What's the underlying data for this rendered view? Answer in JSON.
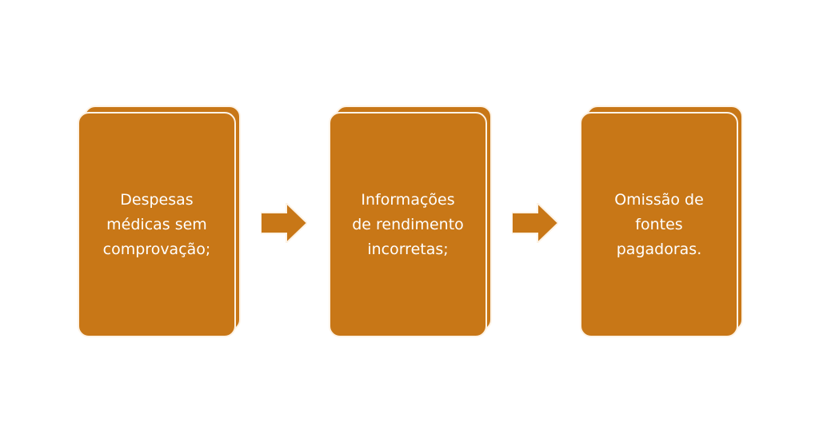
{
  "diagram": {
    "steps": [
      {
        "text": "Despesas\nmédicas sem\ncomprovação;"
      },
      {
        "text": "Informações\nde rendimento\nincorretas;"
      },
      {
        "text": "Omissão de\nfontes\npagadoras."
      }
    ],
    "colors": {
      "card_fill": "#C87717",
      "card_border": "#fdf3e6",
      "arrow_fill": "#C87717",
      "text": "#ffffff"
    },
    "arrow_icon": "right-arrow-icon"
  }
}
